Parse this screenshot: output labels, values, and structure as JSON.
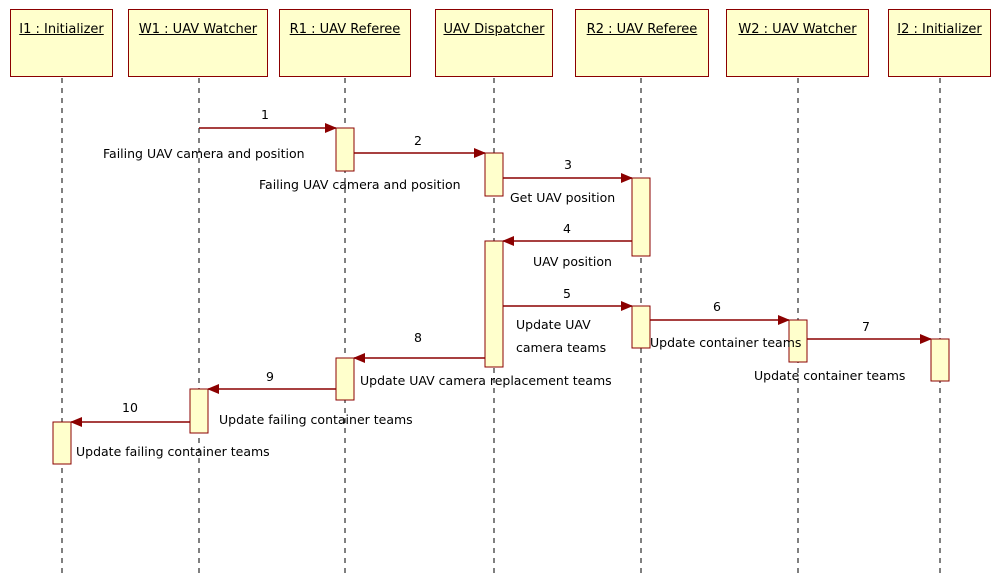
{
  "lifelines": [
    {
      "id": "I1",
      "label": "I1 : Initializer"
    },
    {
      "id": "W1",
      "label": "W1 : UAV Watcher"
    },
    {
      "id": "R1",
      "label": "R1 : UAV Referee"
    },
    {
      "id": "D",
      "label": "UAV Dispatcher"
    },
    {
      "id": "R2",
      "label": "R2 : UAV Referee"
    },
    {
      "id": "W2",
      "label": "W2 : UAV Watcher"
    },
    {
      "id": "I2",
      "label": "I2 : Initializer"
    }
  ],
  "messages": [
    {
      "number": "1",
      "text": "Failing UAV camera and position"
    },
    {
      "number": "2",
      "text": "Failing UAV camera and position"
    },
    {
      "number": "3",
      "text": "Get UAV position"
    },
    {
      "number": "4",
      "text": "UAV position"
    },
    {
      "number": "5",
      "text": "Update UAV camera teams"
    },
    {
      "number": "6",
      "text": "Update container teams"
    },
    {
      "number": "7",
      "text": "Update container teams"
    },
    {
      "number": "8",
      "text": "Update UAV camera replacement teams"
    },
    {
      "number": "9",
      "text": "Update failing container teams"
    },
    {
      "number": "10",
      "text": "Update failing container teams"
    }
  ],
  "colors": {
    "box_fill": "#ffffcc",
    "arrow": "#8b0000",
    "line": "#000000"
  }
}
